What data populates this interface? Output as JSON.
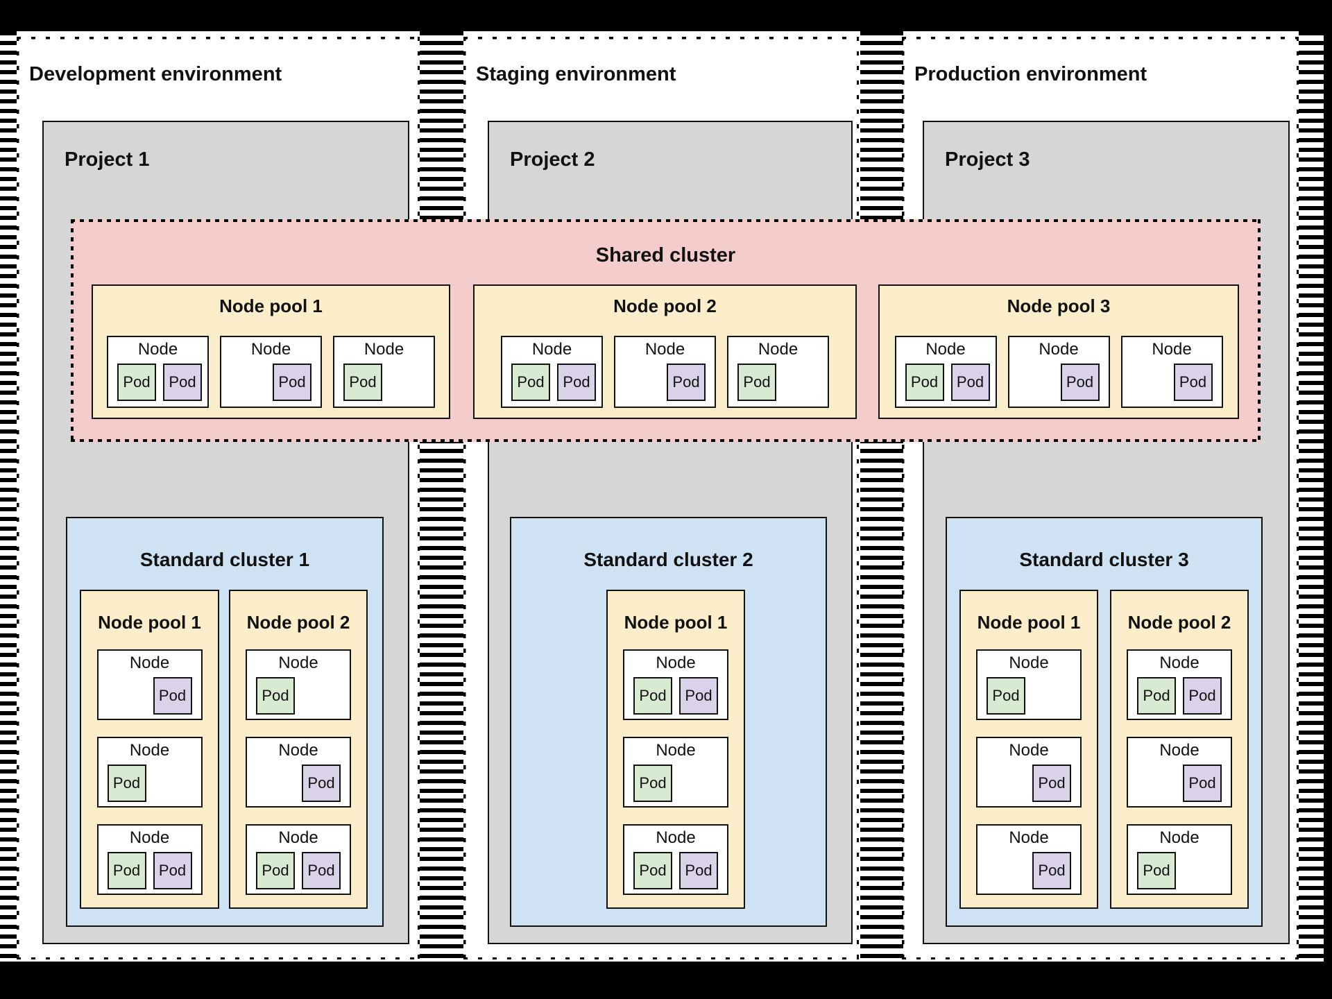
{
  "diagram": {
    "environments": [
      {
        "label": "Development environment",
        "project": {
          "label": "Project 1",
          "cluster": {
            "label": "Standard cluster 1",
            "node_pools": [
              {
                "label": "Node pool 1",
                "nodes": [
                  {
                    "label": "Node",
                    "align": "right",
                    "pods": [
                      {
                        "label": "Pod",
                        "color": "purple"
                      }
                    ]
                  },
                  {
                    "label": "Node",
                    "align": "left",
                    "pods": [
                      {
                        "label": "Pod",
                        "color": "green"
                      }
                    ]
                  },
                  {
                    "label": "Node",
                    "align": "left",
                    "pods": [
                      {
                        "label": "Pod",
                        "color": "green"
                      },
                      {
                        "label": "Pod",
                        "color": "purple"
                      }
                    ]
                  }
                ]
              },
              {
                "label": "Node pool 2",
                "nodes": [
                  {
                    "label": "Node",
                    "align": "left",
                    "pods": [
                      {
                        "label": "Pod",
                        "color": "green"
                      }
                    ]
                  },
                  {
                    "label": "Node",
                    "align": "right",
                    "pods": [
                      {
                        "label": "Pod",
                        "color": "purple"
                      }
                    ]
                  },
                  {
                    "label": "Node",
                    "align": "left",
                    "pods": [
                      {
                        "label": "Pod",
                        "color": "green"
                      },
                      {
                        "label": "Pod",
                        "color": "purple"
                      }
                    ]
                  }
                ]
              }
            ]
          }
        }
      },
      {
        "label": "Staging environment",
        "project": {
          "label": "Project 2",
          "cluster": {
            "label": "Standard cluster 2",
            "node_pools": [
              {
                "label": "Node pool 1",
                "nodes": [
                  {
                    "label": "Node",
                    "align": "left",
                    "pods": [
                      {
                        "label": "Pod",
                        "color": "green"
                      },
                      {
                        "label": "Pod",
                        "color": "purple"
                      }
                    ]
                  },
                  {
                    "label": "Node",
                    "align": "left",
                    "pods": [
                      {
                        "label": "Pod",
                        "color": "green"
                      }
                    ]
                  },
                  {
                    "label": "Node",
                    "align": "left",
                    "pods": [
                      {
                        "label": "Pod",
                        "color": "green"
                      },
                      {
                        "label": "Pod",
                        "color": "purple"
                      }
                    ]
                  }
                ]
              }
            ]
          }
        }
      },
      {
        "label": "Production environment",
        "project": {
          "label": "Project 3",
          "cluster": {
            "label": "Standard cluster 3",
            "node_pools": [
              {
                "label": "Node pool 1",
                "nodes": [
                  {
                    "label": "Node",
                    "align": "left",
                    "pods": [
                      {
                        "label": "Pod",
                        "color": "green"
                      }
                    ]
                  },
                  {
                    "label": "Node",
                    "align": "right",
                    "pods": [
                      {
                        "label": "Pod",
                        "color": "purple"
                      }
                    ]
                  },
                  {
                    "label": "Node",
                    "align": "right",
                    "pods": [
                      {
                        "label": "Pod",
                        "color": "purple"
                      }
                    ]
                  }
                ]
              },
              {
                "label": "Node pool 2",
                "nodes": [
                  {
                    "label": "Node",
                    "align": "left",
                    "pods": [
                      {
                        "label": "Pod",
                        "color": "green"
                      },
                      {
                        "label": "Pod",
                        "color": "purple"
                      }
                    ]
                  },
                  {
                    "label": "Node",
                    "align": "right",
                    "pods": [
                      {
                        "label": "Pod",
                        "color": "purple"
                      }
                    ]
                  },
                  {
                    "label": "Node",
                    "align": "left",
                    "pods": [
                      {
                        "label": "Pod",
                        "color": "green"
                      }
                    ]
                  }
                ]
              }
            ]
          }
        }
      }
    ],
    "shared_cluster": {
      "label": "Shared cluster",
      "node_pools": [
        {
          "label": "Node pool 1",
          "nodes": [
            {
              "label": "Node",
              "align": "left",
              "pods": [
                {
                  "label": "Pod",
                  "color": "green"
                },
                {
                  "label": "Pod",
                  "color": "purple"
                }
              ]
            },
            {
              "label": "Node",
              "align": "right",
              "pods": [
                {
                  "label": "Pod",
                  "color": "purple"
                }
              ]
            },
            {
              "label": "Node",
              "align": "left",
              "pods": [
                {
                  "label": "Pod",
                  "color": "green"
                }
              ]
            }
          ]
        },
        {
          "label": "Node pool 2",
          "nodes": [
            {
              "label": "Node",
              "align": "left",
              "pods": [
                {
                  "label": "Pod",
                  "color": "green"
                },
                {
                  "label": "Pod",
                  "color": "purple"
                }
              ]
            },
            {
              "label": "Node",
              "align": "right",
              "pods": [
                {
                  "label": "Pod",
                  "color": "purple"
                }
              ]
            },
            {
              "label": "Node",
              "align": "left",
              "pods": [
                {
                  "label": "Pod",
                  "color": "green"
                }
              ]
            }
          ]
        },
        {
          "label": "Node pool 3",
          "nodes": [
            {
              "label": "Node",
              "align": "left",
              "pods": [
                {
                  "label": "Pod",
                  "color": "green"
                },
                {
                  "label": "Pod",
                  "color": "purple"
                }
              ]
            },
            {
              "label": "Node",
              "align": "right",
              "pods": [
                {
                  "label": "Pod",
                  "color": "purple"
                }
              ]
            },
            {
              "label": "Node",
              "align": "right",
              "pods": [
                {
                  "label": "Pod",
                  "color": "purple"
                }
              ]
            }
          ]
        }
      ]
    },
    "colors": {
      "shared_cluster_bg": "#f4cccc",
      "node_pool_bg": "#fceecb",
      "standard_cluster_bg": "#cfe2f3",
      "project_bg": "#d6d6d6",
      "pod_green": "#d9ead3",
      "pod_purple": "#d9d2e9",
      "border": "#111111"
    }
  }
}
